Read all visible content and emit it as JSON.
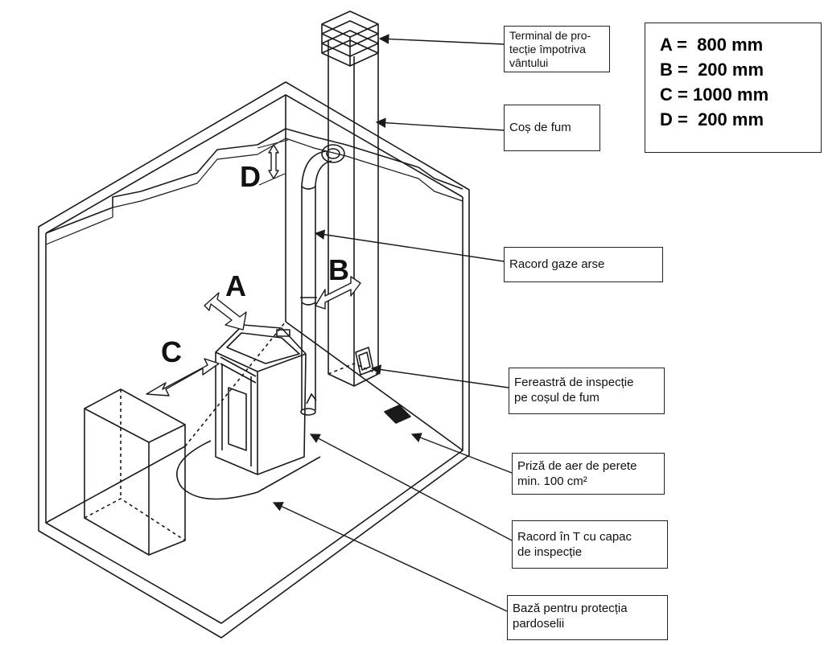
{
  "dimension_legend": [
    "A =  800 mm",
    "B =  200 mm",
    "C = 1000 mm",
    "D =  200 mm"
  ],
  "letters": {
    "A": "A",
    "B": "B",
    "C": "C",
    "D": "D"
  },
  "callouts": {
    "terminal": "Terminal de pro-\ntecție împotriva\nvântului",
    "chimney": "Coș de fum",
    "flue_pipe": "Racord gaze arse",
    "inspection_window": "Fereastră de inspecție\npe coșul de fum",
    "air_intake": "Priză de aer de perete\nmin. 100 cm²",
    "tee_fitting": "Racord în T cu capac\nde inspecție",
    "floor_base": "Bază pentru protecția\npardoselii"
  },
  "colors": {
    "line": "#1a1a1a",
    "background": "#ffffff"
  }
}
